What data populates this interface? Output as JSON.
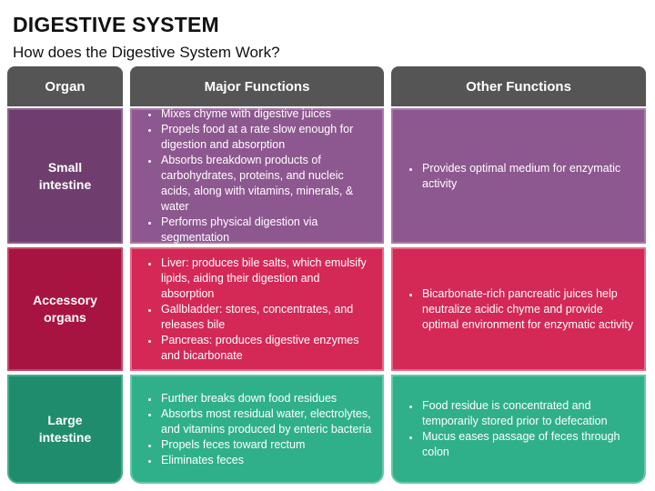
{
  "title": "DIGESTIVE SYSTEM",
  "subtitle": "How does the Digestive System Work?",
  "headers": {
    "organ": "Organ",
    "major": "Major Functions",
    "other": "Other Functions"
  },
  "rows": [
    {
      "organ_line1": "Small",
      "organ_line2": "intestine",
      "major": [
        "Mixes chyme with digestive juices",
        "Propels food at a rate slow enough for digestion and absorption",
        "Absorbs breakdown products of carbohydrates, proteins, and nucleic acids, along with vitamins, minerals, & water",
        "Performs physical digestion via segmentation"
      ],
      "other": [
        "Provides optimal medium for enzymatic activity"
      ]
    },
    {
      "organ_line1": "Accessory",
      "organ_line2": "organs",
      "major": [
        "Liver: produces bile salts, which emulsify lipids, aiding their digestion and absorption",
        "Gallbladder: stores, concentrates, and releases bile",
        "Pancreas: produces digestive enzymes and bicarbonate"
      ],
      "other": [
        "Bicarbonate-rich pancreatic juices help neutralize acidic chyme and provide optimal environment for enzymatic activity"
      ]
    },
    {
      "organ_line1": "Large",
      "organ_line2": "intestine",
      "major": [
        "Further breaks down food residues",
        "Absorbs most residual water, electrolytes, and vitamins produced by enteric bacteria",
        "Propels feces toward rectum",
        "Eliminates feces"
      ],
      "other": [
        "Food residue is concentrated and temporarily stored prior to defecation",
        "Mucus eases passage of feces through colon"
      ]
    }
  ],
  "colors": {
    "header": "#555555",
    "row1": "#8d578f",
    "row2": "#d42857",
    "row3": "#2fb08a"
  }
}
